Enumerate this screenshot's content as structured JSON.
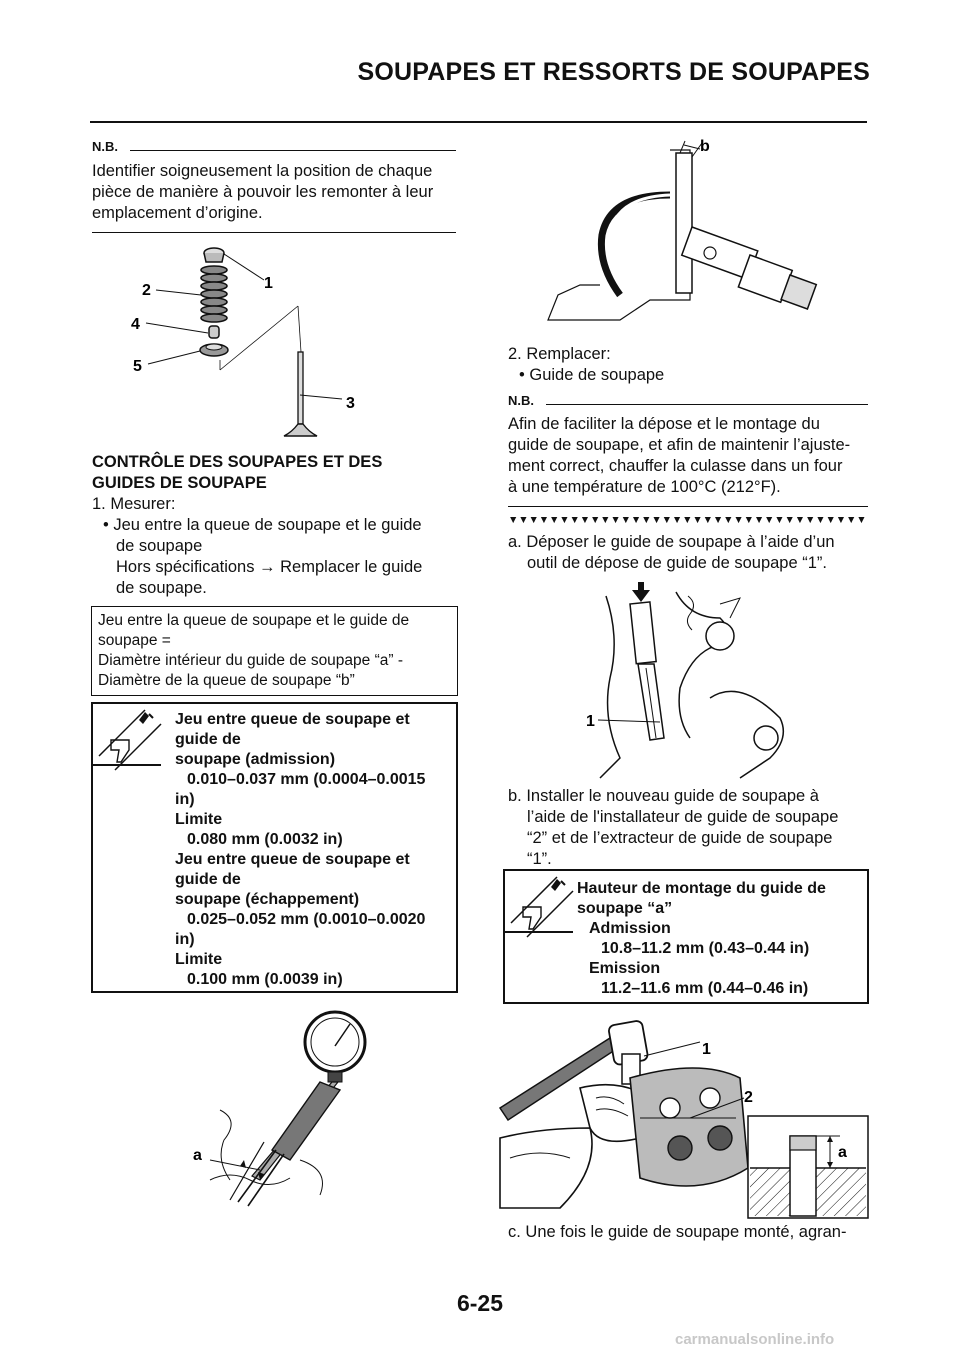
{
  "header": {
    "title": "SOUPAPES ET RESSORTS DE SOUPAPES"
  },
  "left": {
    "nb1": {
      "label": "N.B.",
      "text": [
        "Identifier soigneusement la position de chaque",
        "pièce de manière à pouvoir les remonter à leur",
        "emplacement d’origine."
      ]
    },
    "fig1_labels": [
      "1",
      "2",
      "3",
      "4",
      "5"
    ],
    "section_title": [
      "CONTRÔLE DES SOUPAPES ET DES",
      "GUIDES DE SOUPAPE"
    ],
    "step1": {
      "num": "1. Mesurer:",
      "bullet": "• Jeu entre la queue de soupape et le guide",
      "bullet_cont": "de soupape",
      "action1": "Hors spécifications → Remplacer le guide",
      "action2": "de soupape."
    },
    "formula_box": [
      "Jeu entre la queue de soupape et le guide de",
      "soupape =",
      "Diamètre intérieur du guide de soupape “a” -",
      "Diamètre de la queue de soupape “b”"
    ],
    "spec_box": {
      "lines": [
        {
          "text": "Jeu entre queue de soupape et",
          "indent": 0
        },
        {
          "text": "guide de",
          "indent": 0
        },
        {
          "text": "soupape (admission)",
          "indent": 0
        },
        {
          "text": "0.010–0.037 mm (0.0004–0.0015",
          "indent": 1
        },
        {
          "text": "in)",
          "indent": 0
        },
        {
          "text": "Limite",
          "indent": 0
        },
        {
          "text": "0.080 mm (0.0032 in)",
          "indent": 1
        },
        {
          "text": "Jeu entre queue de soupape et",
          "indent": 0
        },
        {
          "text": "guide de",
          "indent": 0
        },
        {
          "text": "soupape (échappement)",
          "indent": 0
        },
        {
          "text": "0.025–0.052 mm (0.0010–0.0020",
          "indent": 1
        },
        {
          "text": "in)",
          "indent": 0
        },
        {
          "text": "Limite",
          "indent": 0
        },
        {
          "text": "0.100 mm (0.0039 in)",
          "indent": 1
        }
      ]
    },
    "fig_bore_label": "a"
  },
  "right": {
    "fig_micrometer_label": "b",
    "step2": {
      "num": "2. Remplacer:",
      "bullet": "• Guide de soupape"
    },
    "nb2": {
      "label": "N.B.",
      "text": [
        "Afin de faciliter la dépose et le montage du",
        "guide de soupape, et afin de maintenir l’ajuste-",
        "ment correct, chauffer la culasse dans un four",
        "à une température de 100°C (212°F)."
      ]
    },
    "triangles": "▼▼▼▼▼▼▼▼▼▼▼▼▼▼▼▼▼▼▼▼▼▼▼▼▼▼▼▼▼▼▼▼▼▼▼",
    "step_a": [
      "a.  Déposer le guide de soupape à l’aide d’un",
      "outil de dépose de guide de soupape “1”."
    ],
    "fig_removal_label": "1",
    "step_b": [
      "b.  Installer le nouveau guide de soupape à",
      "l’aide de l'installateur de guide de soupape",
      "“2” et de l’extracteur de guide de soupape",
      "“1”."
    ],
    "spec_box2": {
      "lines": [
        {
          "text": "Hauteur de montage du guide de",
          "indent": 0
        },
        {
          "text": "soupape “a”",
          "indent": 0
        },
        {
          "text": "Admission",
          "indent": 1
        },
        {
          "text": "10.8–11.2 mm (0.43–0.44 in)",
          "indent": 2
        },
        {
          "text": "Emission",
          "indent": 1
        },
        {
          "text": "11.2–11.6 mm (0.44–0.46 in)",
          "indent": 2
        }
      ]
    },
    "fig_install_labels": [
      "1",
      "2",
      "a"
    ],
    "step_c": "c.  Une fois le guide de soupape monté, agran-"
  },
  "footer": {
    "page_number": "6-25",
    "watermark": "carmanualsonline.info"
  }
}
